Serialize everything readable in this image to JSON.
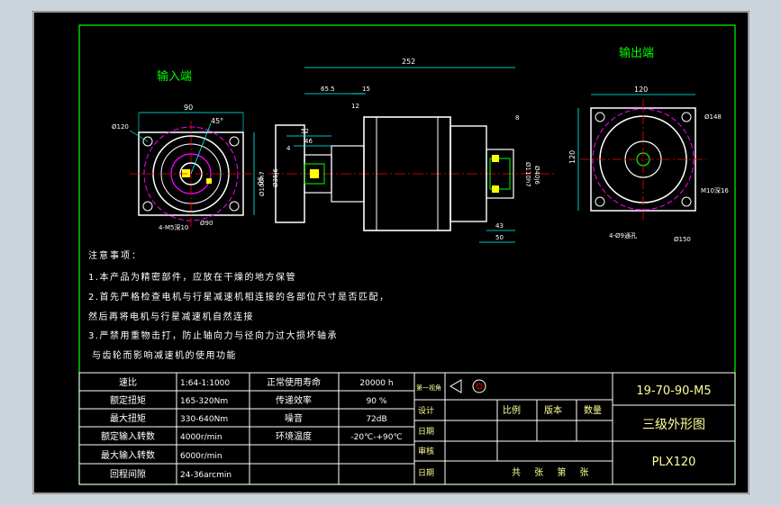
{
  "labels": {
    "input_end": "输入端",
    "output_end": "输出端"
  },
  "dims": {
    "total_len": "252",
    "d_65_5": "65.5",
    "d_15": "15",
    "d_12": "12",
    "d_8": "8",
    "d_52": "52",
    "d_46": "46",
    "d_4": "4",
    "d_43": "43",
    "d_50": "50",
    "in_90": "90",
    "in_90v": "90",
    "in_45deg": "45°",
    "in_phi120": "Ø120",
    "in_phi90": "Ø90",
    "in_holes": "4-M5深10",
    "out_120": "120",
    "out_120v": "120",
    "out_phi148": "Ø148",
    "out_m10": "M10深16",
    "out_holes": "4-Ø9通孔",
    "out_phi150": "Ø150",
    "side_a": "Ø100h7",
    "side_b": "Ø35j6",
    "side_c": "Ø110h7",
    "side_d": "Ø40j6"
  },
  "notes": {
    "title": "注意事项：",
    "lines": [
      "1.本产品为精密部件，应放在干燥的地方保管",
      "2.首先严格检查电机与行星减速机相连接的各部位尺寸是否匹配，",
      "然后再将电机与行星减速机自然连接",
      "3.严禁用重物击打，防止轴向力与径向力过大损坏轴承",
      "与齿轮而影响减速机的使用功能"
    ]
  },
  "specs": [
    {
      "k1": "速比",
      "v1": "1:64-1:1000",
      "k2": "正常使用寿命",
      "v2": "20000 h"
    },
    {
      "k1": "额定扭矩",
      "v1": "165-320Nm",
      "k2": "传递效率",
      "v2": "90 %"
    },
    {
      "k1": "最大扭矩",
      "v1": "330-640Nm",
      "k2": "噪音",
      "v2": "72dB"
    },
    {
      "k1": "额定输入转数",
      "v1": "4000r/min",
      "k2": "环境温度",
      "v2": "-20℃-+90℃"
    },
    {
      "k1": "最大输入转数",
      "v1": "6000r/min",
      "k2": "",
      "v2": ""
    },
    {
      "k1": "回程间隙",
      "v1": "24-36arcmin",
      "k2": "",
      "v2": ""
    }
  ],
  "titleblock": {
    "projection": "第一视角",
    "design": "设计",
    "ratio": "比例",
    "version": "版本",
    "qty": "数量",
    "date1": "日期",
    "review": "审核",
    "date2": "日期",
    "sheets": "共 张 第 张",
    "code": "19-70-90-M5",
    "name": "三级外形图",
    "model": "PLX120"
  },
  "colors": {
    "frame": "#ffffff",
    "green": "#00ff00",
    "text_white": "#ffffff",
    "dim_cyan": "#00ffff",
    "red": "#ff0000",
    "magenta": "#ff00ff",
    "yellow": "#ffff00",
    "title_yellow": "#ffff99"
  }
}
